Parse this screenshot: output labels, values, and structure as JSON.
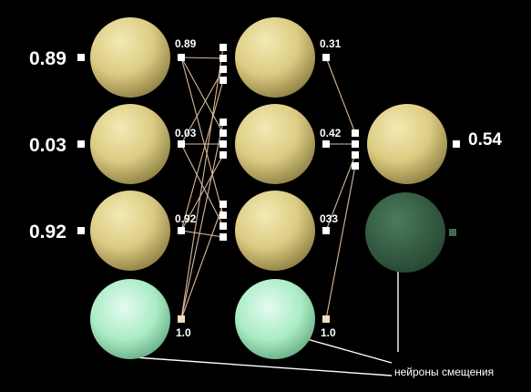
{
  "inputs": [
    "0.89",
    "0.03",
    "0.92"
  ],
  "layer1_outputs": [
    "0.89",
    "0.03",
    "0.92",
    "1.0"
  ],
  "layer2_outputs": [
    "0.31",
    "0.42",
    "033",
    "1.0"
  ],
  "output_value": "0.54",
  "bias_label": "нейроны смещения",
  "colors": {
    "background": "#000000",
    "neuron": "#e2d489",
    "bias_neuron": "#b7f2cf",
    "inactive_bias_neuron": "#3f6b4e",
    "connection": "#d9b89a",
    "port": "#ffffff",
    "bias_port": "#f4dcc0",
    "text": "#ffffff"
  }
}
